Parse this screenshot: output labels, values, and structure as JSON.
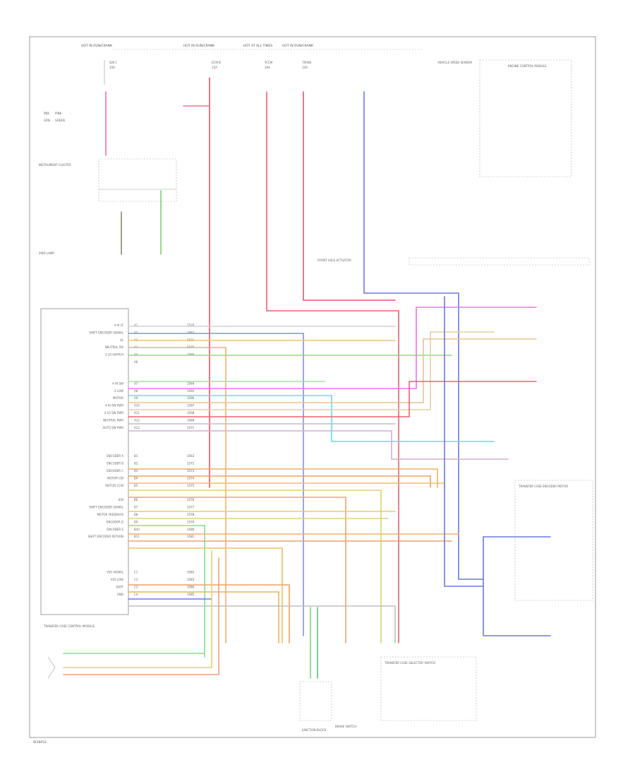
{
  "footer": {
    "ref": "W38452"
  },
  "legend": {
    "items": [
      {
        "code": "PNK",
        "label": "PINK"
      },
      {
        "code": "GRN",
        "label": "GREEN"
      }
    ]
  },
  "top_fuses": [
    {
      "label": "HOT IN RUN/CRANK",
      "fuse": "10A",
      "name": "IGN 1"
    },
    {
      "label": "HOT IN RUN/CRANK",
      "fuse": "15A",
      "name": "ECM B"
    },
    {
      "label": "HOT AT ALL TIMES",
      "fuse": "30A",
      "name": "TCCM"
    },
    {
      "label": "HOT IN RUN/CRANK",
      "fuse": "10A",
      "name": "TRANS"
    }
  ],
  "components": {
    "tccm": {
      "name": "TRANSFER CASE CONTROL MODULE"
    },
    "ecm": {
      "name": "ENGINE CONTROL MODULE"
    },
    "ipc": {
      "name": "INSTRUMENT CLUSTER"
    },
    "tc_switch": {
      "name": "TRANSFER CASE SELECTOR SWITCH"
    },
    "motor": {
      "name": "TRANSFER CASE ENCODER MOTOR"
    },
    "speed_sensor": {
      "name": "VEHICLE SPEED SENSOR"
    },
    "front_axle": {
      "name": "FRONT AXLE ACTUATOR"
    },
    "brake_switch": {
      "name": "BRAKE SWITCH"
    },
    "junction": {
      "name": "JUNCTION BLOCK"
    },
    "lamp": {
      "name": "4WD LAMP"
    }
  },
  "tccm_pins": [
    {
      "num": "A1",
      "label": "4 HI LT",
      "code": "1520"
    },
    {
      "num": "A2",
      "label": "SHIFT ENCODER SIGNAL",
      "code": "1562"
    },
    {
      "num": "A3",
      "label": "4L",
      "code": "1521"
    },
    {
      "num": "A4",
      "label": "NEUTRAL SW",
      "code": "1570"
    },
    {
      "num": "A5",
      "label": "2 LO SWITCH",
      "code": "1560"
    },
    {
      "num": "A6",
      "label": "",
      "code": ""
    },
    {
      "num": "A7",
      "label": "4 HI SW",
      "code": "1564"
    },
    {
      "num": "A8",
      "label": "4 LOW",
      "code": "1565"
    },
    {
      "num": "A9",
      "label": "MOTOR",
      "code": "1566"
    },
    {
      "num": "A10",
      "label": "4 HI SW PWR",
      "code": "1567"
    },
    {
      "num": "A11",
      "label": "4 LO SW PWR",
      "code": "1568"
    },
    {
      "num": "A12",
      "label": "NEUTRAL PWR",
      "code": "1569"
    },
    {
      "num": "A13",
      "label": "AUTO SW PWR",
      "code": "1571"
    },
    {
      "num": "B1",
      "label": "ENCODER A",
      "code": "1563"
    },
    {
      "num": "B2",
      "label": "ENCODER B",
      "code": "1572"
    },
    {
      "num": "B3",
      "label": "ENCODER C",
      "code": "1573"
    },
    {
      "num": "B4",
      "label": "MOTOR CW",
      "code": "1574"
    },
    {
      "num": "B5",
      "label": "MOTOR CCW",
      "code": "1575"
    },
    {
      "num": "B6",
      "label": "IGN",
      "code": "1576"
    },
    {
      "num": "B7",
      "label": "SHIFT ENCODER SIGNAL",
      "code": "1577"
    },
    {
      "num": "B8",
      "label": "MOTOR FEEDBACK",
      "code": "1578"
    },
    {
      "num": "B9",
      "label": "ENCODER D",
      "code": "1579"
    },
    {
      "num": "B10",
      "label": "ENCODER E",
      "code": "1580"
    },
    {
      "num": "B11",
      "label": "SHIFT ENCODER RETURN",
      "code": "1581"
    },
    {
      "num": "C1",
      "label": "VSS SIGNAL",
      "code": "1582"
    },
    {
      "num": "C2",
      "label": "VSS LOW",
      "code": "1583"
    },
    {
      "num": "C3",
      "label": "BATT",
      "code": "1584"
    },
    {
      "num": "C4",
      "label": "GND",
      "code": "1585"
    }
  ]
}
